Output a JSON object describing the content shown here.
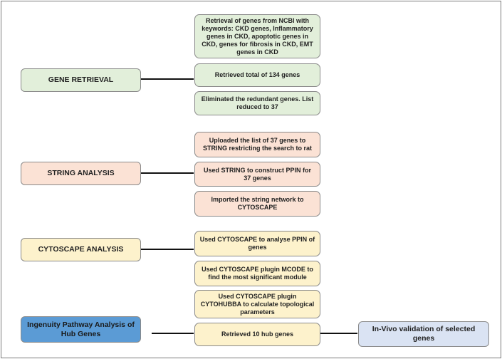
{
  "colors": {
    "green": "#e2efda",
    "salmon": "#fbe2d5",
    "yellow": "#fdf2cc",
    "blue": "#5b9bd5",
    "lavender": "#dae3f3",
    "border": "#8a8a8a"
  },
  "sections": {
    "gene_retrieval": {
      "label": "GENE RETRIEVAL",
      "steps": [
        "Retrieval of genes from NCBI with keywords: CKD genes, Inflammatory genes in CKD, apoptotic genes in CKD, genes for fibrosis in CKD, EMT genes in CKD",
        "Retrieved total of 134 genes",
        "Eliminated the redundant genes. List reduced to 37"
      ]
    },
    "string_analysis": {
      "label": "STRING ANALYSIS",
      "steps": [
        "Uploaded the list of 37 genes to STRING restricting the search to rat",
        "Used STRING to construct PPIN for 37 genes",
        "Imported the string network to CYTOSCAPE"
      ]
    },
    "cytoscape_analysis": {
      "label": "CYTOSCAPE ANALYSIS",
      "steps": [
        "Used CYTOSCAPE to analyse PPIN of genes",
        "Used CYTOSCAPE plugin MCODE to find the most significant module",
        "Used CYTOSCAPE plugin CYTOHUBBA to calculate topological parameters"
      ]
    },
    "ingenuity": {
      "label": "Ingenuity Pathway Analysis of Hub Genes",
      "step": "Retrieved 10 hub genes",
      "result": "In-Vivo validation of selected genes"
    }
  }
}
